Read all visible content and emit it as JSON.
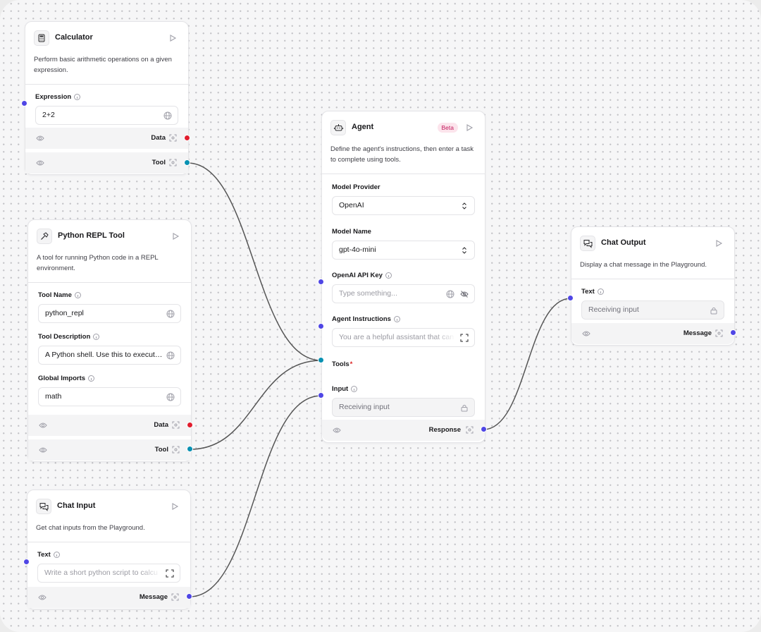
{
  "colors": {
    "blue_handle": "#4f46e5",
    "red_handle": "#e11d2e",
    "teal_handle": "#0891b2",
    "edge": "#555555",
    "beta_bg": "#fce4ec",
    "beta_text": "#c2185b"
  },
  "calculator": {
    "icon": "calculator-icon",
    "title": "Calculator",
    "description": "Perform basic arithmetic operations on a given expression.",
    "expression_label": "Expression",
    "expression_value": "2+2",
    "outputs": [
      "Data",
      "Tool"
    ]
  },
  "python_repl": {
    "icon": "hammer-icon",
    "title": "Python REPL Tool",
    "description": "A tool for running Python code in a REPL environment.",
    "tool_name_label": "Tool Name",
    "tool_name_value": "python_repl",
    "tool_description_label": "Tool Description",
    "tool_description_value": "A Python shell. Use this to execut…",
    "global_imports_label": "Global Imports",
    "global_imports_value": "math",
    "outputs": [
      "Data",
      "Tool"
    ]
  },
  "chat_input": {
    "icon": "chat-bubbles-icon",
    "title": "Chat Input",
    "description": "Get chat inputs from the Playground.",
    "text_label": "Text",
    "text_placeholder": "Write a short python script to calcu",
    "output": "Message"
  },
  "agent": {
    "icon": "bot-icon",
    "title": "Agent",
    "badge": "Beta",
    "description": "Define the agent's instructions, then enter a task to complete using tools.",
    "model_provider_label": "Model Provider",
    "model_provider_value": "OpenAI",
    "model_name_label": "Model Name",
    "model_name_value": "gpt-4o-mini",
    "api_key_label": "OpenAI API Key",
    "api_key_placeholder": "Type something...",
    "instructions_label": "Agent Instructions",
    "instructions_value": "You are a helpful assistant that can",
    "tools_label": "Tools",
    "tools_required": "*",
    "input_label": "Input",
    "input_value": "Receiving input",
    "output": "Response"
  },
  "chat_output": {
    "icon": "chat-bubbles-icon",
    "title": "Chat Output",
    "description": "Display a chat message in the Playground.",
    "text_label": "Text",
    "text_value": "Receiving input",
    "output": "Message"
  }
}
